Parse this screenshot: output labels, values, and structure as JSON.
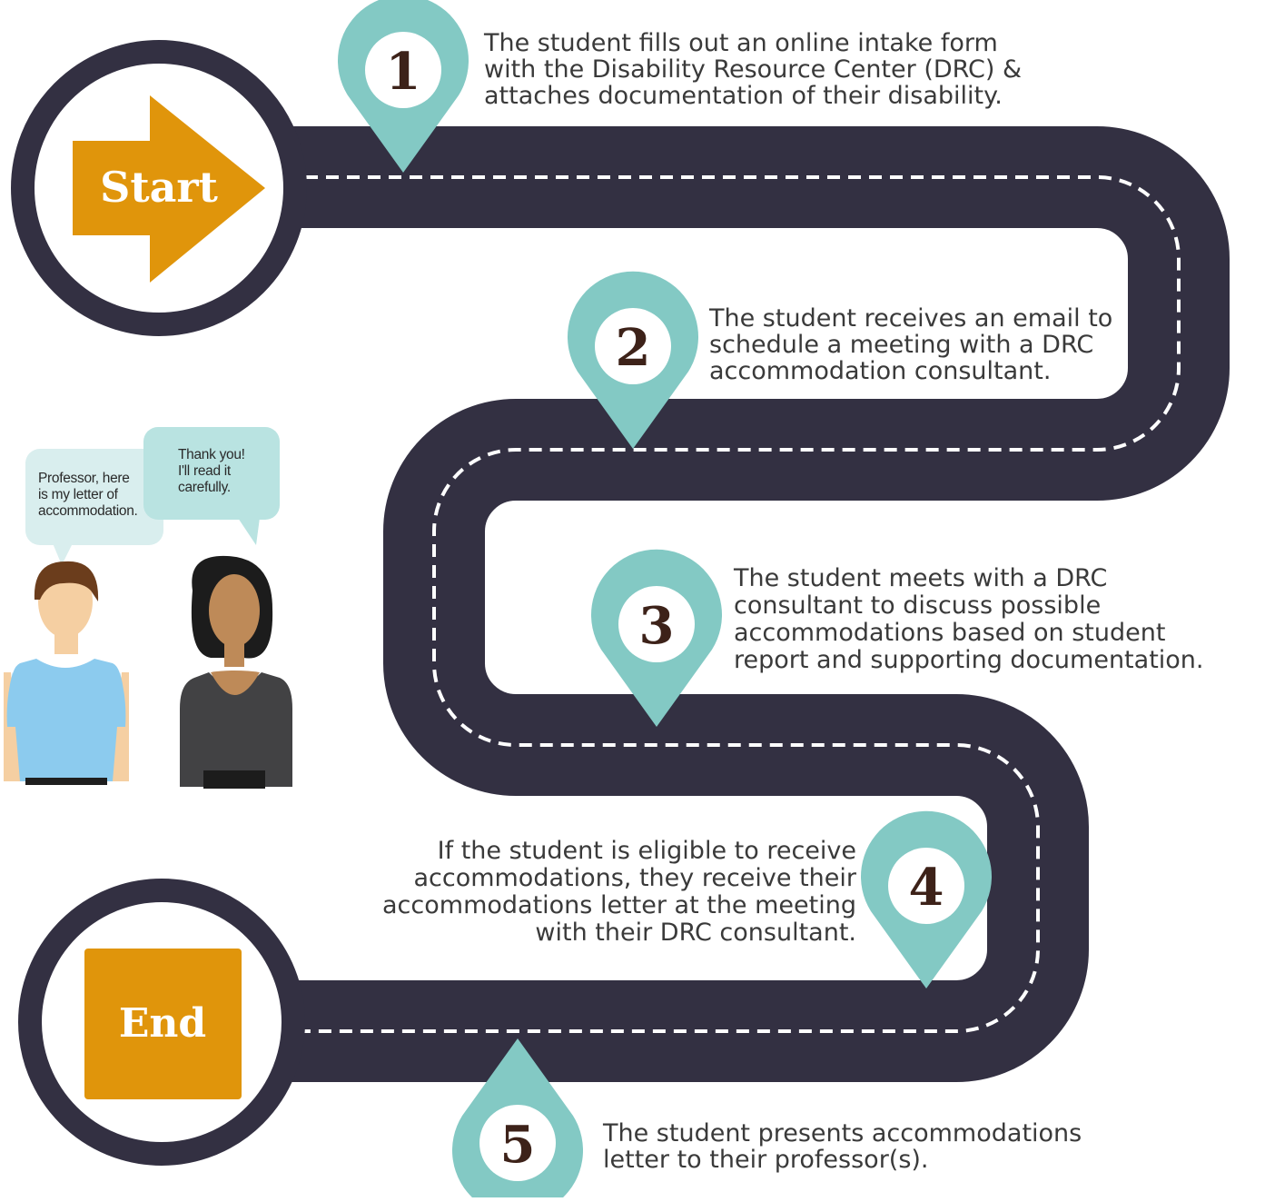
{
  "start_label": "Start",
  "end_label": "End",
  "steps": [
    {
      "number": "1",
      "text": "The student fills out an online intake form\nwith the Disability Resource Center (DRC) &\nattaches documentation of their disability."
    },
    {
      "number": "2",
      "text": "The student receives an email to\nschedule a meeting with a DRC\naccommodation consultant."
    },
    {
      "number": "3",
      "text": "The student meets with a DRC\nconsultant to discuss possible\naccommodations based on student\nreport and supporting documentation."
    },
    {
      "number": "4",
      "text": "If the student is eligible to receive\naccommodations, they receive their\naccommodations letter at the meeting\nwith their DRC consultant."
    },
    {
      "number": "5",
      "text": "The student presents accommodations\nletter to their professor(s)."
    }
  ],
  "bubbles": {
    "student": "Professor, here\nis my letter of\naccommodation.",
    "professor": "Thank you!\nI'll read it\ncarefully."
  },
  "colors": {
    "road": "#333042",
    "pin": "#83c9c4",
    "accent": "#e0950b",
    "number": "#3d2219",
    "bubble_left": "#d9eeee",
    "bubble_right": "#b9e3e1"
  }
}
